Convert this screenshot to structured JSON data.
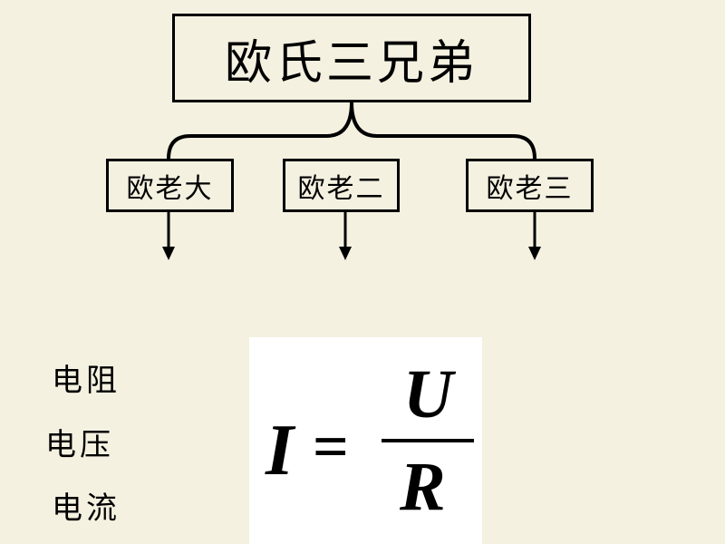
{
  "title": "欧氏三兄弟",
  "children": [
    "欧老大",
    "欧老二",
    "欧老三"
  ],
  "labels": [
    "电阻",
    "电压",
    "电流"
  ],
  "formula": {
    "lhs": "I",
    "equals": "=",
    "numerator": "U",
    "denominator": "R"
  }
}
